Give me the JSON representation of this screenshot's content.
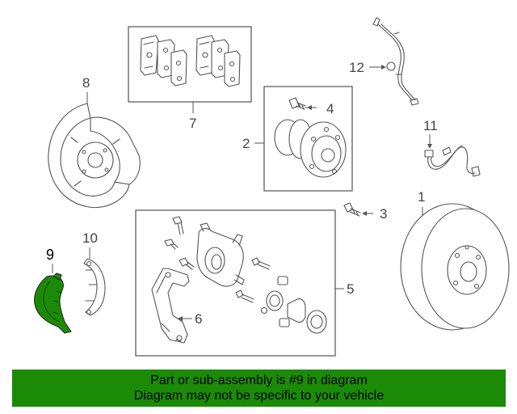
{
  "colors": {
    "banner_bg": "#1b8a07",
    "highlight_part": "#1b8a07",
    "line": "#555555"
  },
  "callouts": [
    {
      "id": "1",
      "label": "1"
    },
    {
      "id": "2",
      "label": "2"
    },
    {
      "id": "3",
      "label": "3"
    },
    {
      "id": "4",
      "label": "4"
    },
    {
      "id": "5",
      "label": "5"
    },
    {
      "id": "6",
      "label": "6"
    },
    {
      "id": "7",
      "label": "7"
    },
    {
      "id": "8",
      "label": "8"
    },
    {
      "id": "9",
      "label": "9"
    },
    {
      "id": "10",
      "label": "10"
    },
    {
      "id": "11",
      "label": "11"
    },
    {
      "id": "12",
      "label": "12"
    }
  ],
  "highlighted_part": "9",
  "banner": {
    "line1": "Part or sub-assembly is #9 in diagram",
    "line2": "Diagram may not be specific to your vehicle"
  }
}
